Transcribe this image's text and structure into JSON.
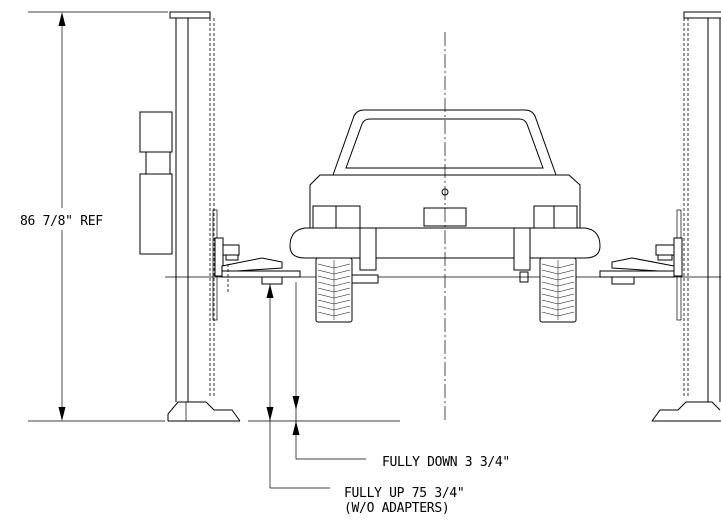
{
  "dimensions": {
    "overall_height": "86 7/8\" REF",
    "fully_down": "FULLY DOWN 3 3/4\"",
    "fully_up_line1": "FULLY UP 75 3/4\"",
    "fully_up_line2": "(W/O ADAPTERS)"
  }
}
